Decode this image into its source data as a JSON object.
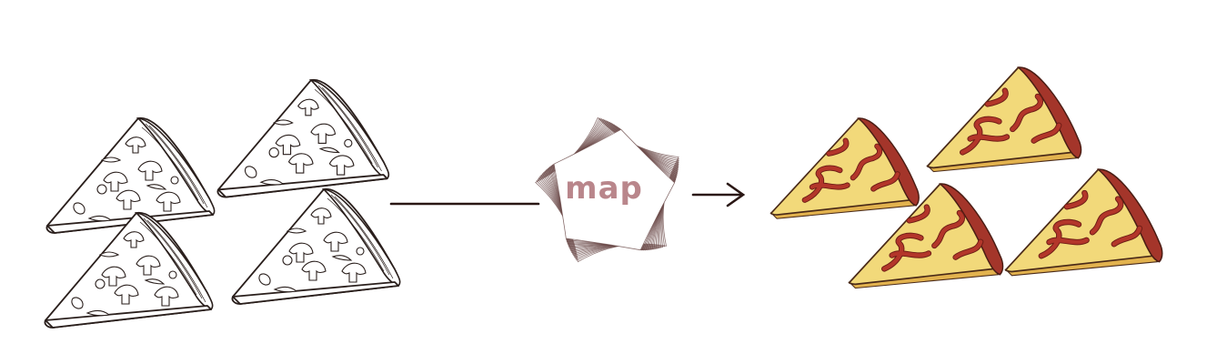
{
  "operation": {
    "label": "map"
  },
  "inputs": {
    "count": 4,
    "style": "outline-sketch",
    "item": "pizza-slice"
  },
  "outputs": {
    "count": 4,
    "style": "cooked-colored",
    "item": "pizza-slice"
  },
  "colors": {
    "ink": "#2a1f1c",
    "cheese": "#f2d97a",
    "sauce": "#b3362a",
    "crust": "#a4352a",
    "map_label": "#b9868b",
    "starburst": "#6b4a48"
  },
  "icons": {
    "input_slice": "pizza-slice-outline-icon",
    "output_slice": "pizza-slice-cooked-icon",
    "operator": "starburst-icon",
    "arrow": "arrow-right-icon"
  }
}
